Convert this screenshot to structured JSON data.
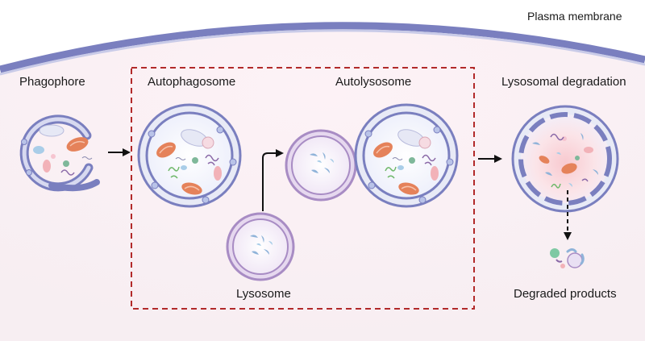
{
  "labels": {
    "plasma_membrane": "Plasma membrane",
    "phagophore": "Phagophore",
    "autophagosome": "Autophagosome",
    "autolysosome": "Autolysosome",
    "lysosomal_degradation": "Lysosomal degradation",
    "lysosome": "Lysosome",
    "degraded_products": "Degraded products"
  },
  "colors": {
    "membrane": "#7a7fbf",
    "membrane_light": "#c9cbe8",
    "lysosome": "#a88cc4",
    "dashed_box": "#b22a2a",
    "mitochondria": "#e5825a",
    "vesicle": "#8fb3d9",
    "background_tint": "#fbeff3"
  }
}
